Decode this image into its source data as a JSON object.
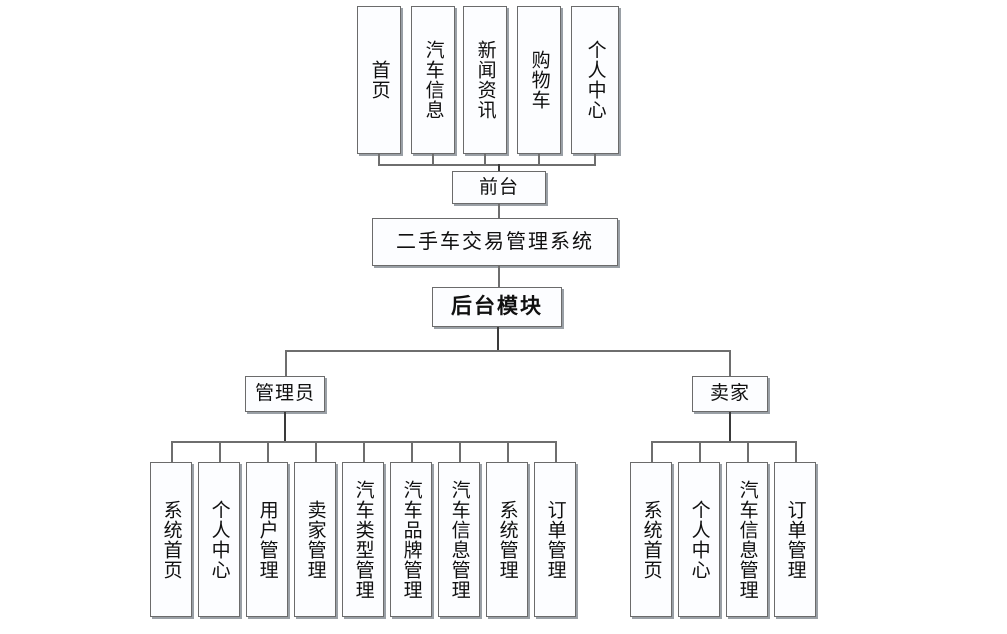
{
  "diagram": {
    "type": "system-function-tree",
    "title_text": "二手车交易管理系统",
    "background_color": "#ffffff",
    "box_fill_color": "#fcfdff",
    "box_border_color": "#6b6b6b",
    "line_color": "#3a3a3a",
    "frontend": {
      "label": "前台",
      "children": [
        {
          "label": "首页"
        },
        {
          "label": "汽车信息"
        },
        {
          "label": "新闻资讯"
        },
        {
          "label": "购物车"
        },
        {
          "label": "个人中心"
        }
      ]
    },
    "system": {
      "label": "二手车交易管理系统"
    },
    "backend": {
      "label": "后台模块",
      "roles": [
        {
          "role_label": "管理员",
          "children": [
            {
              "label": "系统首页"
            },
            {
              "label": "个人中心"
            },
            {
              "label": "用户管理"
            },
            {
              "label": "卖家管理"
            },
            {
              "label": "汽车类型管理"
            },
            {
              "label": "汽车品牌管理"
            },
            {
              "label": "汽车信息管理"
            },
            {
              "label": "系统管理"
            },
            {
              "label": "订单管理"
            }
          ]
        },
        {
          "role_label": "卖家",
          "children": [
            {
              "label": "系统首页"
            },
            {
              "label": "个人中心"
            },
            {
              "label": "汽车信息管理"
            },
            {
              "label": "订单管理"
            }
          ]
        }
      ]
    }
  }
}
